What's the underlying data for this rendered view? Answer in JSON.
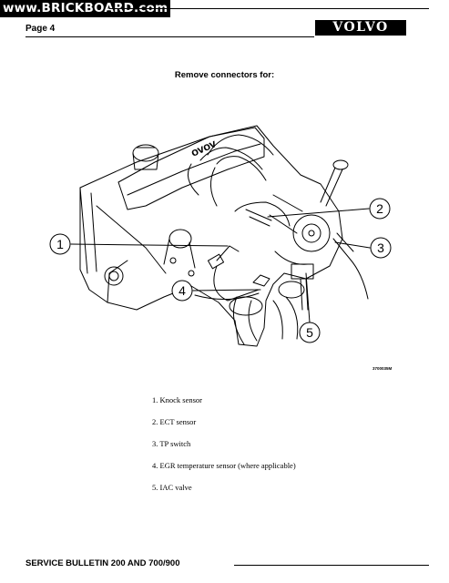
{
  "watermark": "www.BRICKBOARD.com",
  "header": {
    "page_label": "Page 4",
    "brand": "VOLVO"
  },
  "heading": "Remove connectors for:",
  "callouts": [
    "1",
    "2",
    "3",
    "4",
    "5"
  ],
  "figure_code": "3700035M",
  "legend": [
    "1.  Knock sensor",
    "2.  ECT sensor",
    "3.  TP switch",
    "4.  EGR temperature sensor (where applicable)",
    "5.  IAC valve"
  ],
  "footer": "SERVICE BULLETIN 200 AND 700/900"
}
